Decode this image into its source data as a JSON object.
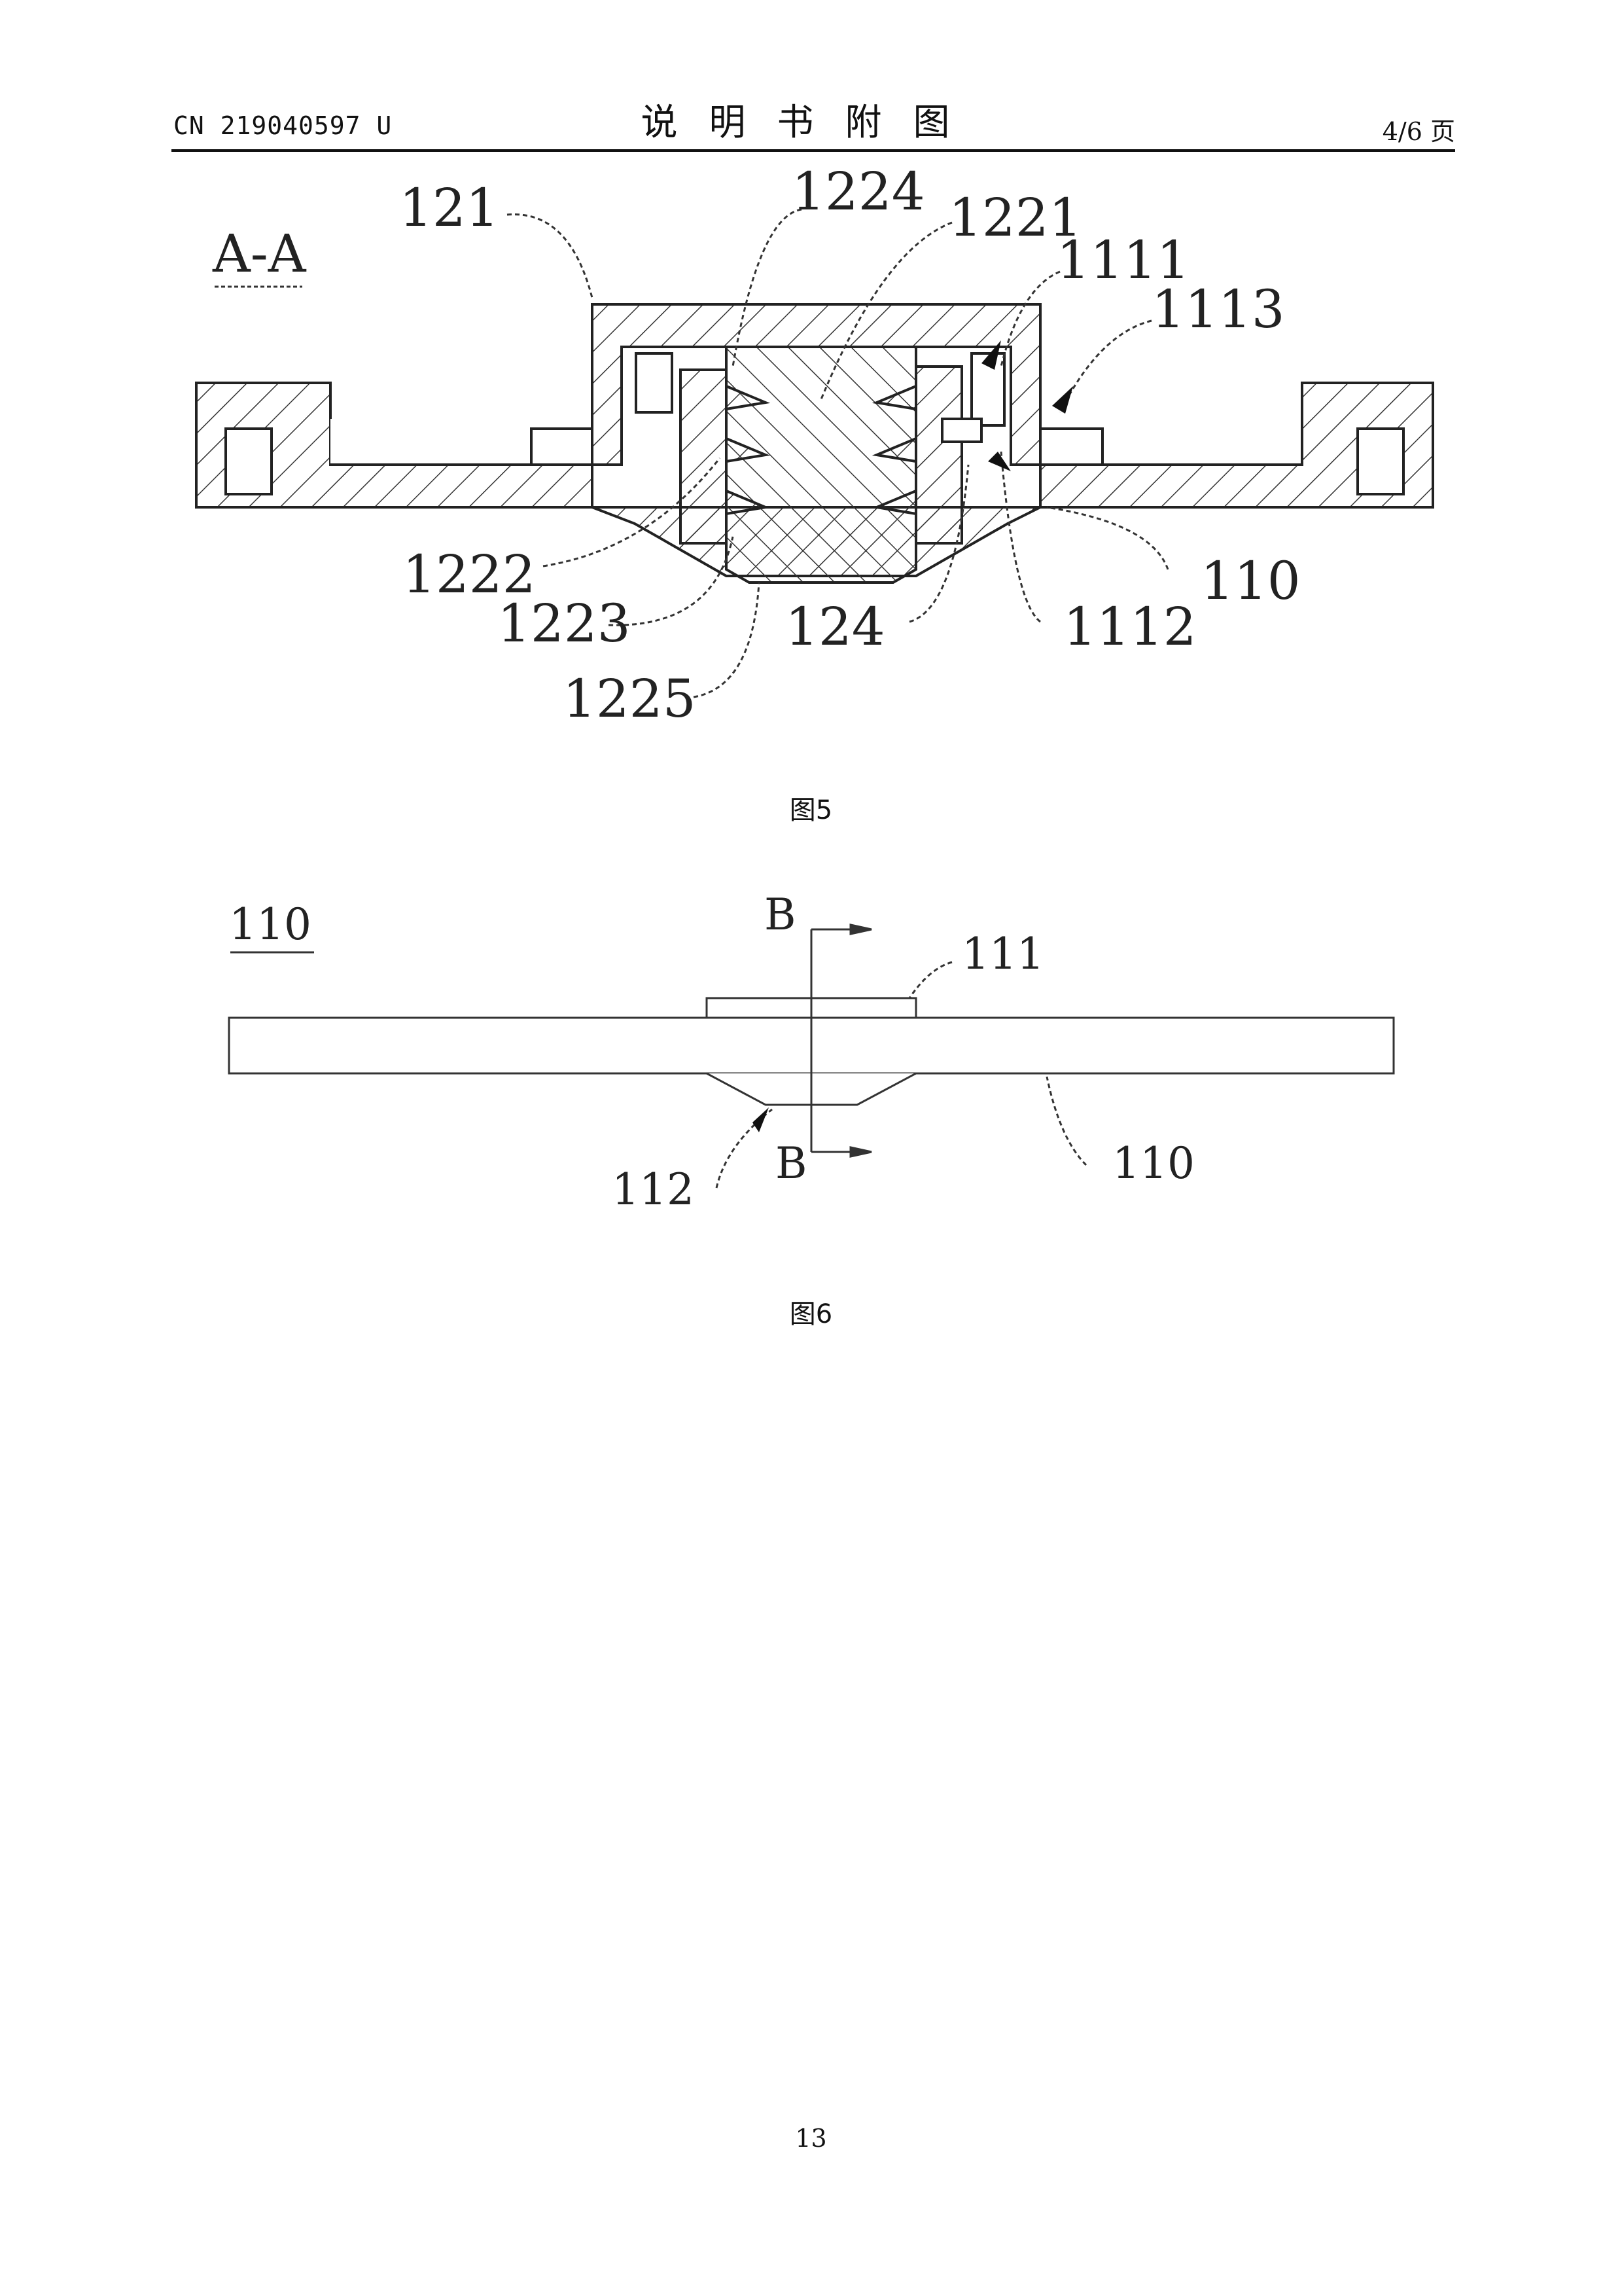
{
  "header": {
    "patent_number": "CN 219040597 U",
    "title": "说明书附图",
    "page": "4/6 页"
  },
  "figure5": {
    "section_label": "A-A",
    "caption": "图5",
    "labels": {
      "l121": "121",
      "l1224": "1224",
      "l1221": "1221",
      "l1111": "1111",
      "l1113": "1113",
      "l1222": "1222",
      "l1223": "1223",
      "l1225": "1225",
      "l124": "124",
      "l1112": "1112",
      "l110": "110"
    }
  },
  "figure6": {
    "view_label": "110",
    "caption": "图6",
    "labels": {
      "b_top": "B",
      "b_bottom": "B",
      "l111": "111",
      "l112": "112",
      "l110": "110"
    }
  },
  "footer": {
    "page_number": "13"
  }
}
